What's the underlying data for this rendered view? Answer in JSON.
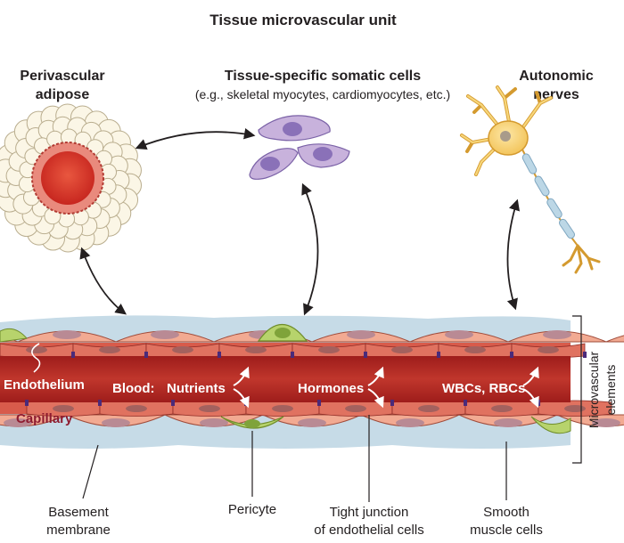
{
  "title": "Tissue microvascular unit",
  "top_labels": {
    "perivascular_line1": "Perivascular",
    "perivascular_line2": "adipose",
    "somatic_line1": "Tissue-specific somatic cells",
    "somatic_line2": "(e.g., skeletal myocytes, cardiomyocytes, etc.)",
    "autonomic_line1": "Autonomic",
    "autonomic_line2": "nerves"
  },
  "vessel_labels": {
    "endothelium": "Endothelium",
    "capillary": "Capillary",
    "blood": "Blood:",
    "nutrients": "Nutrients",
    "hormones": "Hormones",
    "cells": "WBCs, RBCs"
  },
  "bottom_labels": {
    "basement_line1": "Basement",
    "basement_line2": "membrane",
    "pericyte": "Pericyte",
    "tight_line1": "Tight junction",
    "tight_line2": "of endothelial cells",
    "smooth_line1": "Smooth",
    "smooth_line2": "muscle cells"
  },
  "side_label": {
    "line1": "Microvascular",
    "line2": "elements"
  },
  "colors": {
    "adipose": "#fbf6e6",
    "adipose_stroke": "#b9ad8e",
    "adipose_core": "#d9382c",
    "somatic_cell": "#c8b2dc",
    "somatic_nucleus": "#8a71b8",
    "neuron": "#f7d67a",
    "neuron_stroke": "#d49a2f",
    "myelin": "#bcd7e6",
    "basement": "#c6dbe7",
    "smooth_muscle": "#f2aa92",
    "pericyte": "#b7d36c",
    "lumen": "#b32a25",
    "endothelium": "#d85b4b",
    "junction": "#4a2a7a",
    "arrow": "#231f20"
  }
}
